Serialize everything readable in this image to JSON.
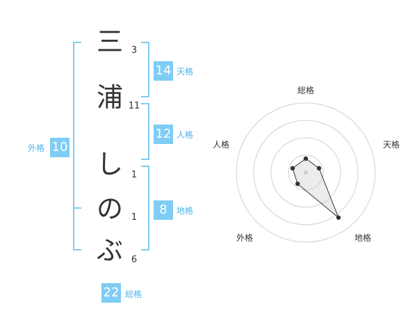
{
  "name": {
    "chars": [
      {
        "char": "三",
        "strokes": "3"
      },
      {
        "char": "浦",
        "strokes": "11"
      },
      {
        "char": "し",
        "strokes": "1"
      },
      {
        "char": "の",
        "strokes": "1"
      },
      {
        "char": "ぶ",
        "strokes": "6"
      }
    ]
  },
  "fortune": {
    "tenkaku": {
      "value": "14",
      "label": "天格"
    },
    "jinkaku": {
      "value": "12",
      "label": "人格"
    },
    "chikaku": {
      "value": "8",
      "label": "地格"
    },
    "gaikaku": {
      "value": "10",
      "label": "外格"
    },
    "soukaku": {
      "value": "22",
      "label": "総格"
    }
  },
  "colors": {
    "accent": "#7fccf5",
    "accent_text": "#4fb3ea",
    "text": "#333333"
  },
  "chart_data": {
    "type": "radar",
    "axes": [
      "総格",
      "天格",
      "地格",
      "外格",
      "人格"
    ],
    "values": [
      1,
      1,
      4,
      1,
      1
    ],
    "max": 5,
    "rings": 4
  }
}
